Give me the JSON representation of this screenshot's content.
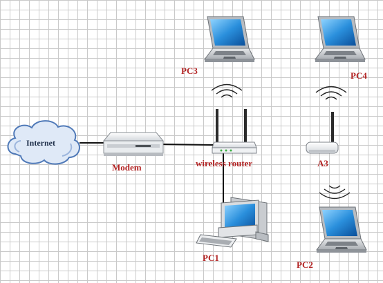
{
  "labels": {
    "internet": "Internet",
    "modem": "Modem",
    "router": "wireless router",
    "repeater": "A3",
    "pc1": "PC1",
    "pc2": "PC2",
    "pc3": "PC3",
    "pc4": "PC4"
  },
  "colors": {
    "label": "#b22222",
    "cable": "#111111",
    "grid": "#c9c9c9",
    "screen": "#2a8fdc",
    "cloud": "#dfe9f7"
  },
  "icons": [
    "cloud-icon",
    "modem-icon",
    "router-icon",
    "repeater-icon",
    "laptop-icon",
    "desktop-pc-icon",
    "wifi-signal-icon"
  ]
}
